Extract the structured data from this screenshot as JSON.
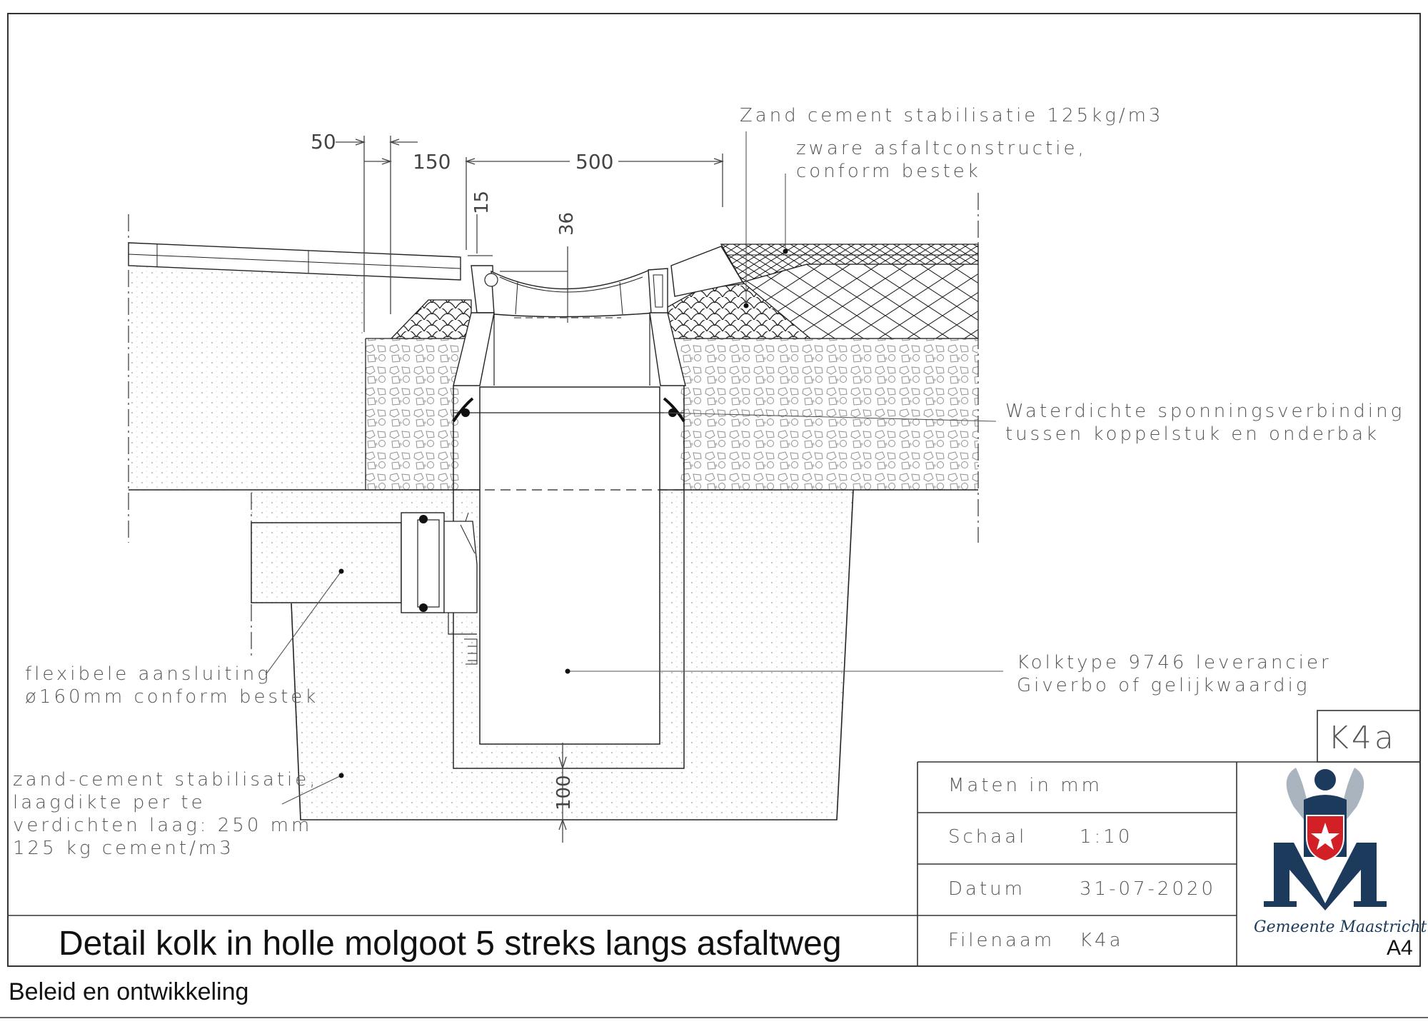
{
  "drawing": {
    "title": "Detail kolk in holle molgoot 5 streks langs asfaltweg",
    "department": "Beleid en ontwikkeling",
    "sheet_size": "A4",
    "code_box": "K4a"
  },
  "dimensions": {
    "d50": "50",
    "d150": "150",
    "d500": "500",
    "d15": "15",
    "d36": "36",
    "d100": "100"
  },
  "annotations": {
    "zand_cement_top": "Zand cement stabilisatie 125kg/m3",
    "asfalt_line1": "zware asfaltconstructie,",
    "asfalt_line2": "conform bestek",
    "waterdicht_line1": "Waterdichte sponningsverbinding",
    "waterdicht_line2": "tussen koppelstuk en onderbak",
    "kolk_line1": "Kolktype 9746 leverancier",
    "kolk_line2": "Giverbo of gelijkwaardig",
    "flex_line1": "flexibele aansluiting",
    "flex_line2": "ø160mm conform bestek",
    "zc_line1": "zand-cement stabilisatie,",
    "zc_line2": "laagdikte per te",
    "zc_line3": "verdichten laag: 250 mm",
    "zc_line4": "125 kg cement/m3"
  },
  "title_block": {
    "units": "Maten in mm",
    "schaal_label": "Schaal",
    "schaal_value": "1:10",
    "datum_label": "Datum",
    "datum_value": "31-07-2020",
    "filenaam_label": "Filenaam",
    "filenaam_value": "K4a"
  },
  "logo": {
    "caption": "Gemeente Maastricht",
    "colors": {
      "navy": "#1b3a5c",
      "red": "#d32027",
      "grey": "#aab4bf"
    }
  }
}
